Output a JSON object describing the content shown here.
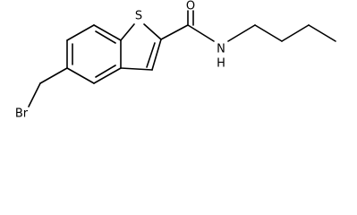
{
  "molecule": {
    "atom_labels": {
      "sulfur": "S",
      "oxygen": "O",
      "nitrogen": "N",
      "hydrogen": "H",
      "bromine": "Br"
    },
    "colors": {
      "bond": "#000000",
      "label": "#000000",
      "background": "#ffffff"
    }
  }
}
